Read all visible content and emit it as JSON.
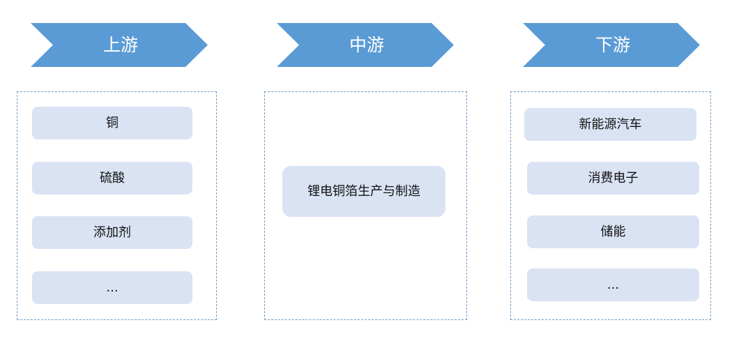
{
  "stages": [
    {
      "title": "上游",
      "items": [
        "铜",
        "硫酸",
        "添加剂",
        "..."
      ]
    },
    {
      "title": "中游",
      "items": [
        "锂电铜箔生产与制造"
      ]
    },
    {
      "title": "下游",
      "items": [
        "新能源汽车",
        "消费电子",
        "储能",
        "..."
      ]
    }
  ],
  "colors": {
    "chevron": "#5b9bd5",
    "box": "#dae3f3",
    "border": "#6f9cc4"
  }
}
